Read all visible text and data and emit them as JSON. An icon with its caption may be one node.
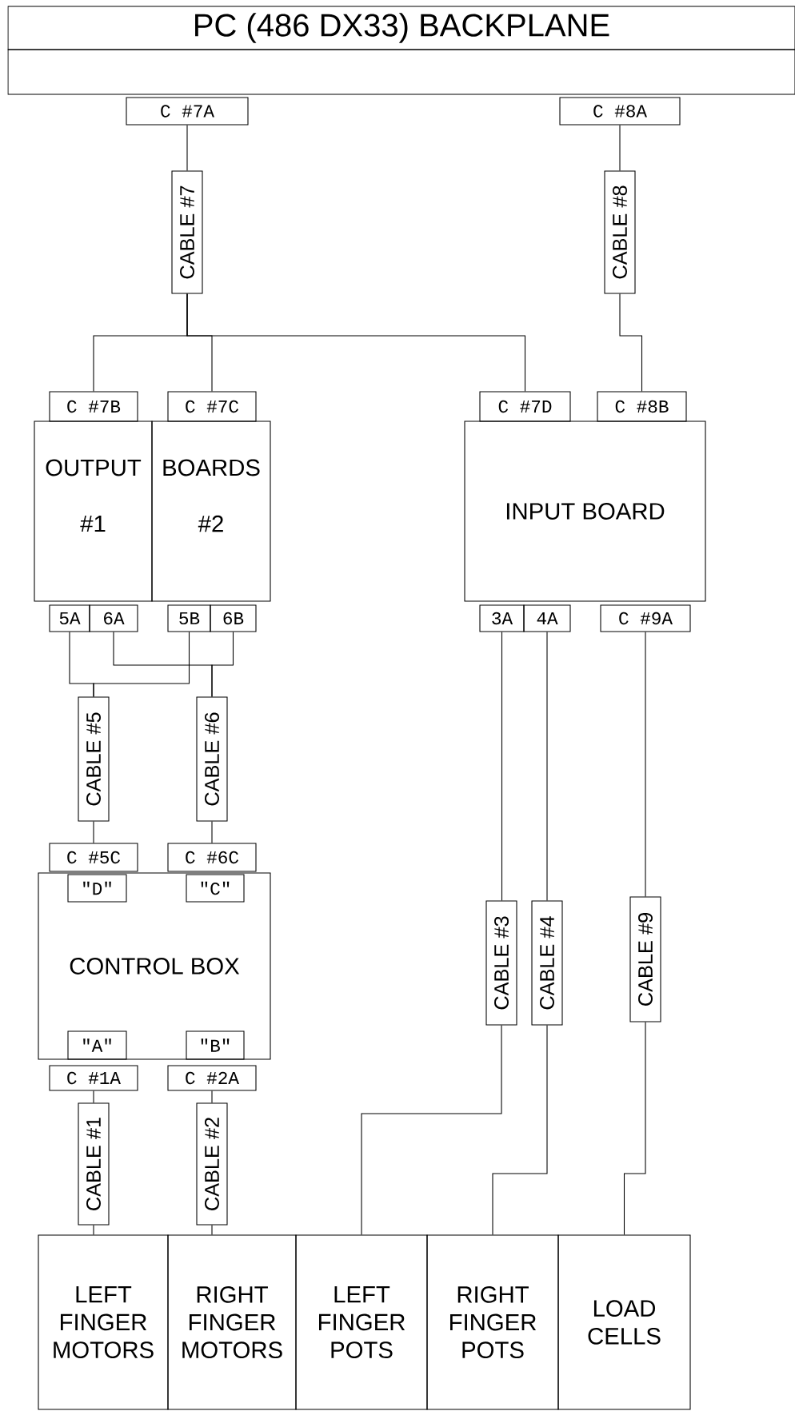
{
  "diagram": {
    "nodes": [
      {
        "text": [
          "PC (486 DX33) BACKPLANE"
        ]
      },
      {
        "text": [],
        "shape": "bar"
      },
      {
        "text": [
          "C #7A"
        ]
      },
      {
        "text": [
          "C #8A"
        ]
      },
      {
        "text": [
          "CABLE #7"
        ]
      },
      {
        "text": [
          "CABLE #8"
        ]
      },
      {
        "text": [
          "C #7B"
        ]
      },
      {
        "text": [
          "C #7C"
        ]
      },
      {
        "text": [
          "C #7D"
        ]
      },
      {
        "text": [
          "C #8B"
        ]
      },
      {
        "text": [
          "OUTPUT",
          "#1"
        ]
      },
      {
        "text": [
          "BOARDS",
          "#2"
        ]
      },
      {
        "text": [
          "INPUT BOARD"
        ]
      },
      {
        "text": [
          "5A"
        ]
      },
      {
        "text": [
          "6A"
        ]
      },
      {
        "text": [
          "5B"
        ]
      },
      {
        "text": [
          "6B"
        ]
      },
      {
        "text": [
          "3A"
        ]
      },
      {
        "text": [
          "4A"
        ]
      },
      {
        "text": [
          "C #9A"
        ]
      },
      {
        "text": [
          "CABLE #5"
        ]
      },
      {
        "text": [
          "CABLE #6"
        ]
      },
      {
        "text": [
          "C #5C"
        ]
      },
      {
        "text": [
          "C #6C"
        ]
      },
      {
        "text": [
          "CONTROL BOX"
        ]
      },
      {
        "text": [
          "\"D\""
        ],
        "in": 24
      },
      {
        "text": [
          "\"C\""
        ],
        "in": 24
      },
      {
        "text": [
          "CABLE #3"
        ]
      },
      {
        "text": [
          "CABLE #4"
        ]
      },
      {
        "text": [
          "CABLE #9"
        ]
      },
      {
        "text": [
          "\"A\""
        ],
        "in": 24
      },
      {
        "text": [
          "\"B\""
        ],
        "in": 24
      },
      {
        "text": [
          "C #1A"
        ]
      },
      {
        "text": [
          "C #2A"
        ]
      },
      {
        "text": [
          "CABLE #1"
        ]
      },
      {
        "text": [
          "CABLE #2"
        ]
      },
      {
        "text": [
          "LEFT FINGER MOTORS"
        ]
      },
      {
        "text": [
          "RIGHT FINGER MOTORS"
        ]
      },
      {
        "text": [
          "LEFT FINGER POTS"
        ]
      },
      {
        "text": [
          "RIGHT FINGER POTS"
        ]
      },
      {
        "text": [
          "LOAD CELLS"
        ]
      }
    ],
    "edges": [
      {
        "from": 2,
        "to": 4,
        "arrow": "none"
      },
      {
        "from": 3,
        "to": 5,
        "arrow": "none"
      },
      {
        "from": 4,
        "to": 6,
        "arrow": "none"
      },
      {
        "from": 4,
        "to": 7,
        "arrow": "none"
      },
      {
        "from": 4,
        "to": 8,
        "arrow": "none"
      },
      {
        "from": 5,
        "to": 9,
        "arrow": "none"
      },
      {
        "from": 13,
        "to": 20,
        "arrow": "none"
      },
      {
        "from": 15,
        "to": 20,
        "arrow": "none"
      },
      {
        "from": 14,
        "to": 21,
        "arrow": "none"
      },
      {
        "from": 16,
        "to": 21,
        "arrow": "none"
      },
      {
        "from": 20,
        "to": 22,
        "arrow": "none"
      },
      {
        "from": 21,
        "to": 23,
        "arrow": "none"
      },
      {
        "from": 17,
        "to": 27,
        "arrow": "none"
      },
      {
        "from": 18,
        "to": 28,
        "arrow": "none"
      },
      {
        "from": 19,
        "to": 29,
        "arrow": "none"
      },
      {
        "from": 32,
        "to": 34,
        "arrow": "none"
      },
      {
        "from": 33,
        "to": 35,
        "arrow": "none"
      },
      {
        "from": 34,
        "to": 36,
        "arrow": "none"
      },
      {
        "from": 35,
        "to": 37,
        "arrow": "none"
      },
      {
        "from": 27,
        "to": 38,
        "arrow": "none"
      },
      {
        "from": 28,
        "to": 39,
        "arrow": "none"
      },
      {
        "from": 29,
        "to": 40,
        "arrow": "none"
      }
    ]
  }
}
